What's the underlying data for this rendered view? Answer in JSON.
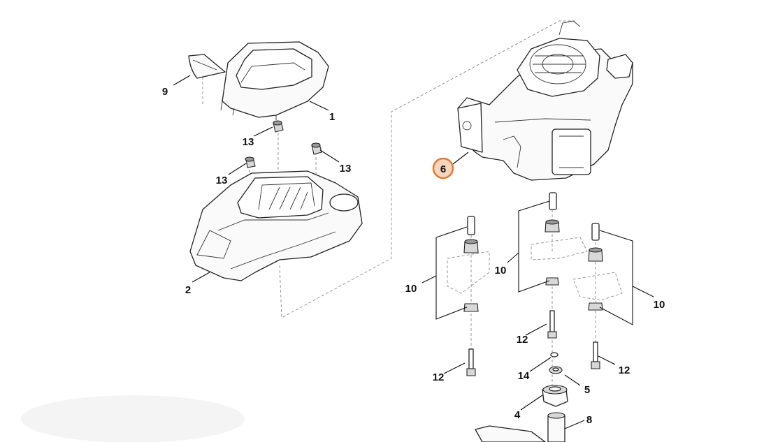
{
  "callouts": {
    "c1": "1",
    "c2": "2",
    "c4": "4",
    "c5": "5",
    "c6": "6",
    "c8": "8",
    "c9": "9",
    "c10a": "10",
    "c10b": "10",
    "c10c": "10",
    "c12a": "12",
    "c12b": "12",
    "c12c": "12",
    "c13a": "13",
    "c13b": "13",
    "c13c": "13",
    "c14": "14"
  },
  "highlight": {
    "callout": "6",
    "fill": "#f7d5bd",
    "stroke": "#e07a3a"
  }
}
